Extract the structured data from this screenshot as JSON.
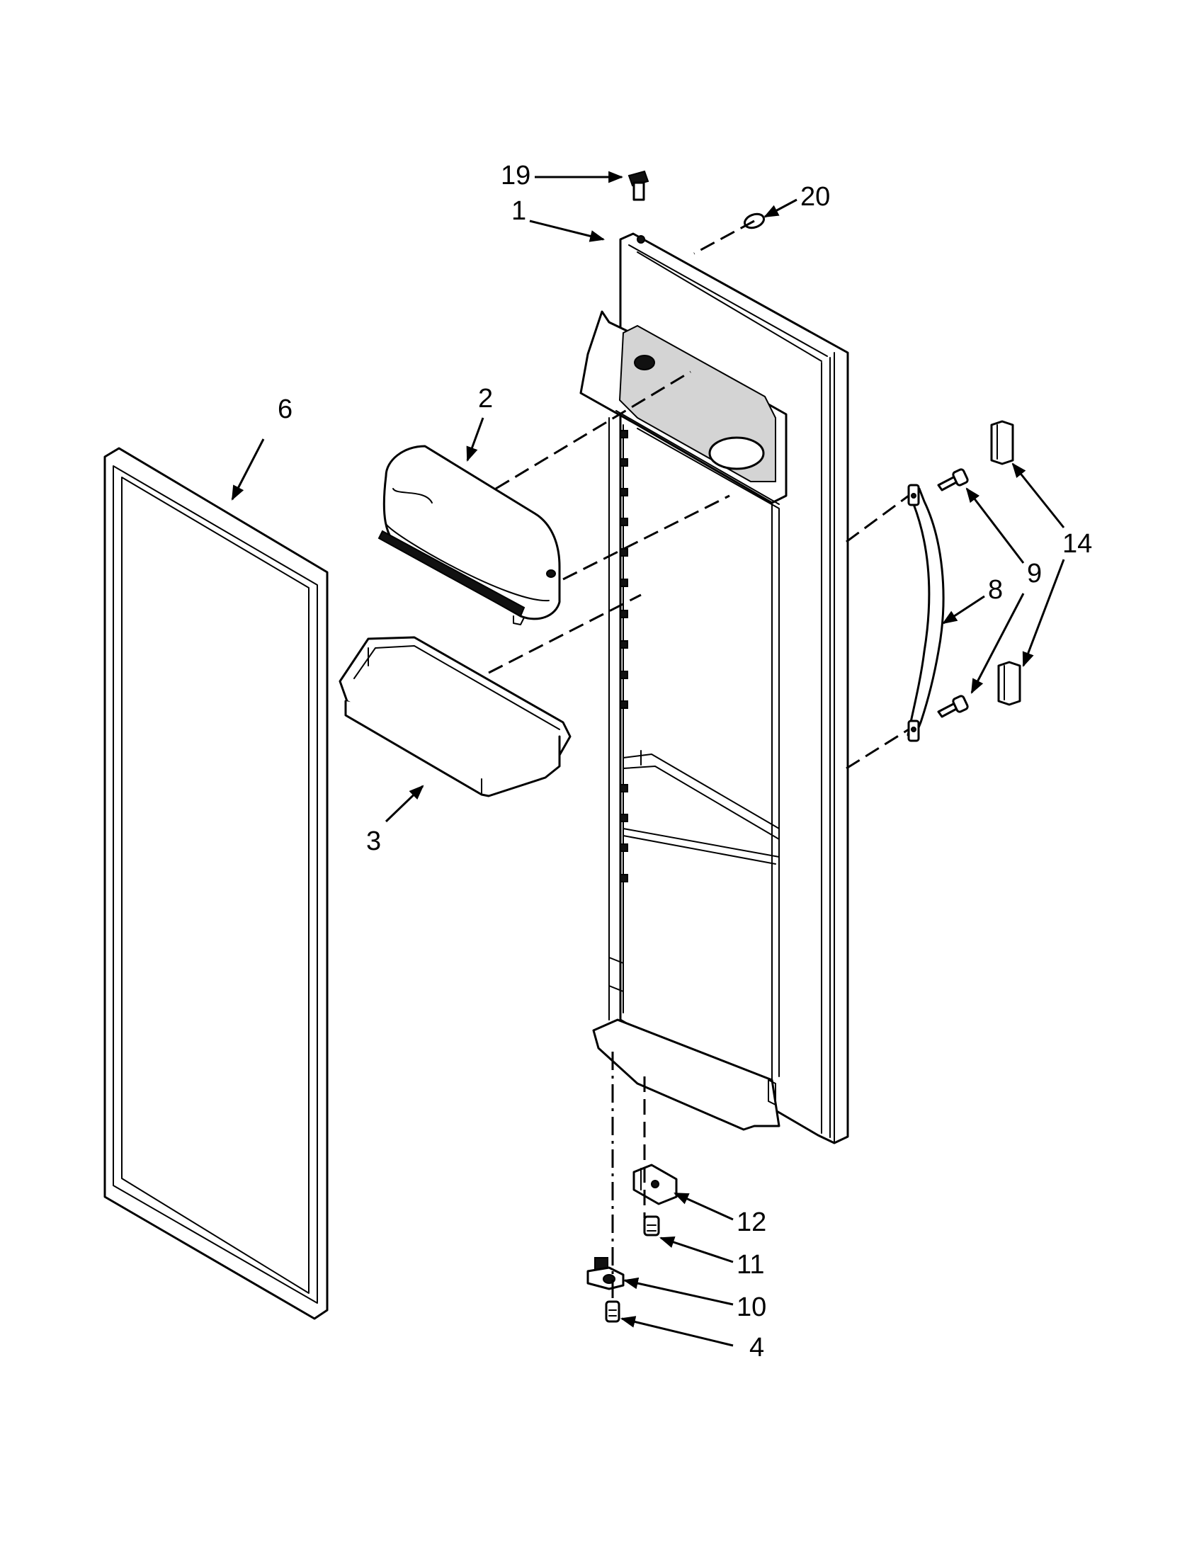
{
  "callouts": {
    "c1": "1",
    "c2": "2",
    "c3": "3",
    "c4": "4",
    "c6": "6",
    "c8": "8",
    "c9": "9",
    "c10": "10",
    "c11": "11",
    "c12": "12",
    "c14": "14",
    "c19": "19",
    "c20": "20"
  }
}
